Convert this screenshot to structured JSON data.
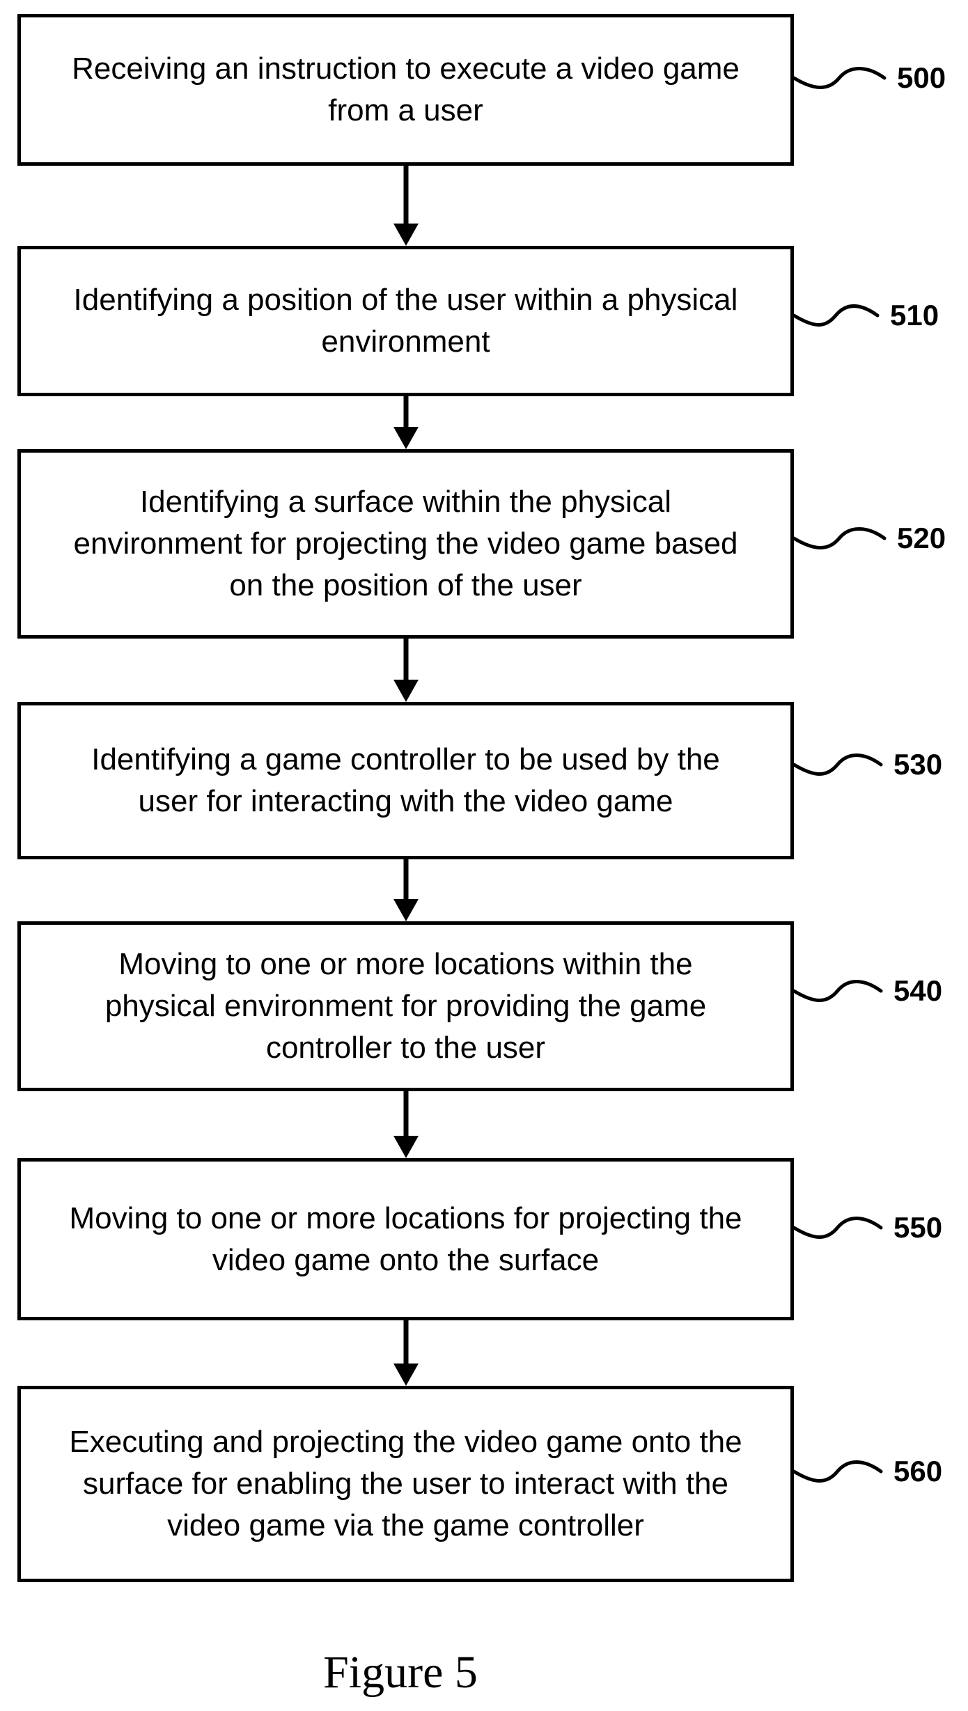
{
  "colors": {
    "stroke": "#000000",
    "background": "#ffffff"
  },
  "steps": [
    {
      "id": "500",
      "label": "500",
      "lines": [
        "Receiving an instruction to execute a video game",
        "from a user"
      ]
    },
    {
      "id": "510",
      "label": "510",
      "lines": [
        "Identifying a position of the user within a physical",
        "environment"
      ]
    },
    {
      "id": "520",
      "label": "520",
      "lines": [
        "Identifying a surface within the physical",
        "environment for projecting the video game based",
        "on the position of the user"
      ]
    },
    {
      "id": "530",
      "label": "530",
      "lines": [
        "Identifying a game controller to be used by the",
        "user for interacting with the video game"
      ]
    },
    {
      "id": "540",
      "label": "540",
      "lines": [
        "Moving to one or more locations within the",
        "physical environment for providing the game",
        "controller to the user"
      ]
    },
    {
      "id": "550",
      "label": "550",
      "lines": [
        "Moving to one or more locations for projecting the",
        "video game onto the surface"
      ]
    },
    {
      "id": "560",
      "label": "560",
      "lines": [
        "Executing and projecting the video game onto the",
        "surface for enabling the user to interact with the",
        "video game via the game controller"
      ]
    }
  ],
  "caption": "Figure 5"
}
